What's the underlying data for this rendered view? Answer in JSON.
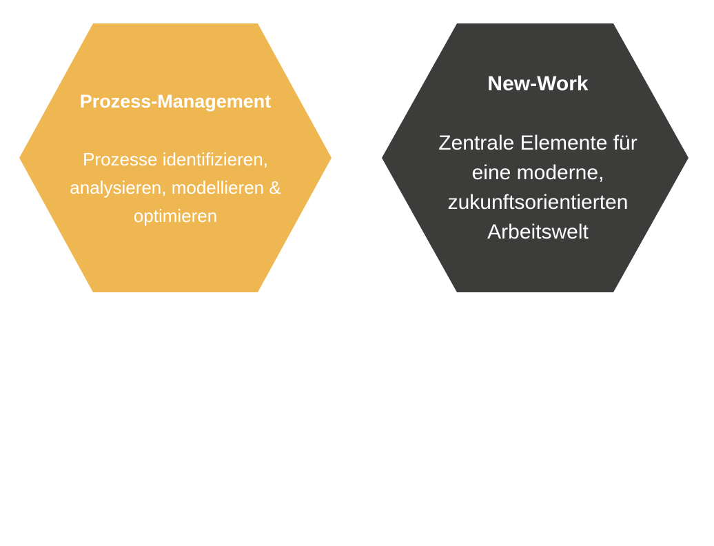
{
  "colors": {
    "left_fill": "#EFB751",
    "right_fill": "#3C3C3B",
    "text": "#FFFFFF"
  },
  "hexagons": [
    {
      "title": "Prozess-Management",
      "body": "Prozesse identifizieren, analysieren, modellieren & optimieren"
    },
    {
      "title": "New-Work",
      "body": "Zentrale Elemente für eine moderne, zukunftsorientierten Arbeitswelt"
    }
  ]
}
